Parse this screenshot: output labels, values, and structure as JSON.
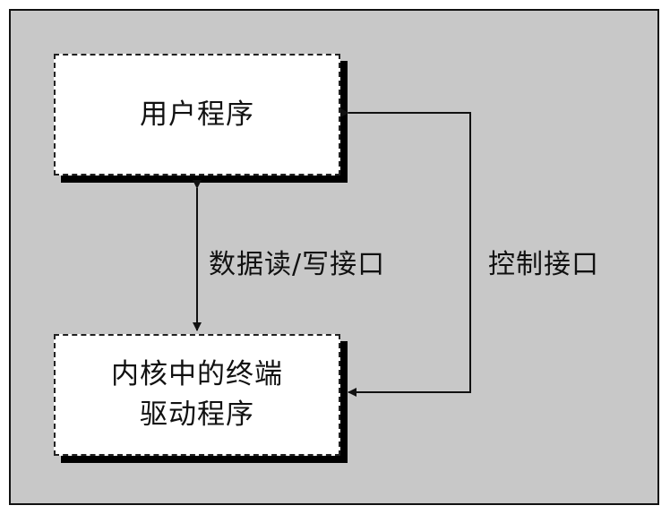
{
  "diagram": {
    "user_program": {
      "label": "用户程序"
    },
    "kernel_driver": {
      "line1": "内核中的终端",
      "line2": "驱动程序"
    },
    "data_interface_label": "数据读/写接口",
    "control_interface_label": "控制接口",
    "colors": {
      "background": "#c8c8c8",
      "box_fill": "#ffffff",
      "shadow": "#000000",
      "stroke": "#111111"
    }
  }
}
